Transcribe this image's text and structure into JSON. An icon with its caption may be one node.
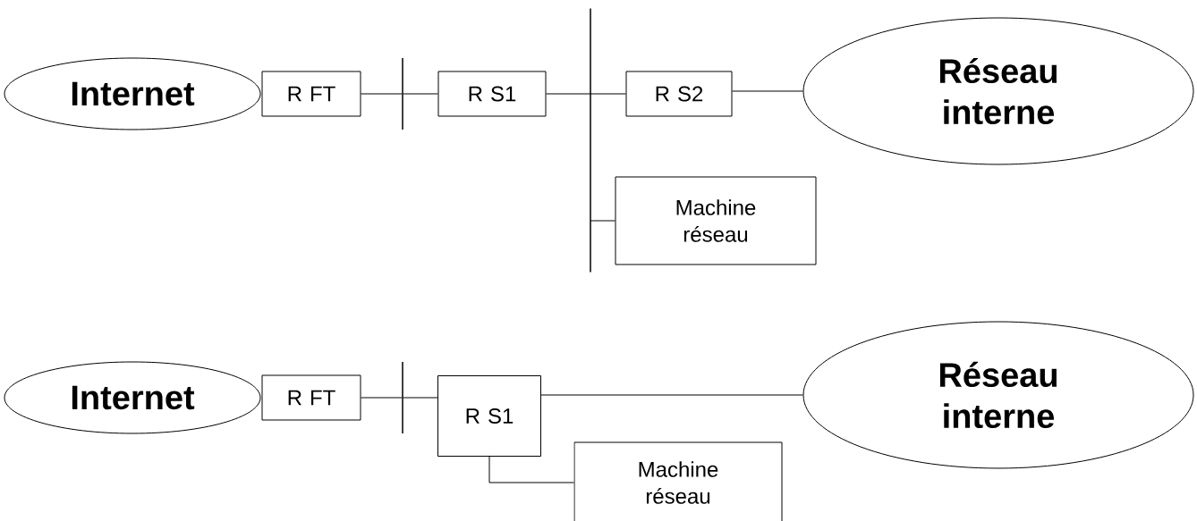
{
  "diagram": {
    "nodes": [
      {
        "text": [
          "Internet"
        ]
      },
      {
        "text": [
          "R FT"
        ]
      },
      {
        "text": [],
        "shape": "bar"
      },
      {
        "text": [
          "R S1"
        ]
      },
      {
        "text": [],
        "shape": "bar"
      },
      {
        "text": [
          "R S2"
        ]
      },
      {
        "text": [
          "Réseau interne"
        ]
      },
      {
        "text": [
          "Machine réseau"
        ]
      },
      {
        "text": [
          "Internet"
        ]
      },
      {
        "text": [
          "R FT"
        ]
      },
      {
        "text": [],
        "shape": "bar"
      },
      {
        "text": [
          "R S1"
        ]
      },
      {
        "text": [
          "Réseau interne"
        ]
      },
      {
        "text": [
          "Machine réseau"
        ]
      }
    ],
    "edges": [
      {
        "from": 1,
        "to": 2,
        "arrow": "none"
      },
      {
        "from": 2,
        "to": 3,
        "arrow": "none"
      },
      {
        "from": 3,
        "to": 4,
        "arrow": "none"
      },
      {
        "from": 4,
        "to": 5,
        "arrow": "none"
      },
      {
        "from": 5,
        "to": 6,
        "arrow": "none"
      },
      {
        "from": 4,
        "to": 7,
        "arrow": "none"
      },
      {
        "from": 9,
        "to": 10,
        "arrow": "none"
      },
      {
        "from": 10,
        "to": 11,
        "arrow": "none"
      },
      {
        "from": 11,
        "to": 12,
        "arrow": "none"
      },
      {
        "from": 11,
        "to": 13,
        "arrow": "none"
      }
    ]
  }
}
